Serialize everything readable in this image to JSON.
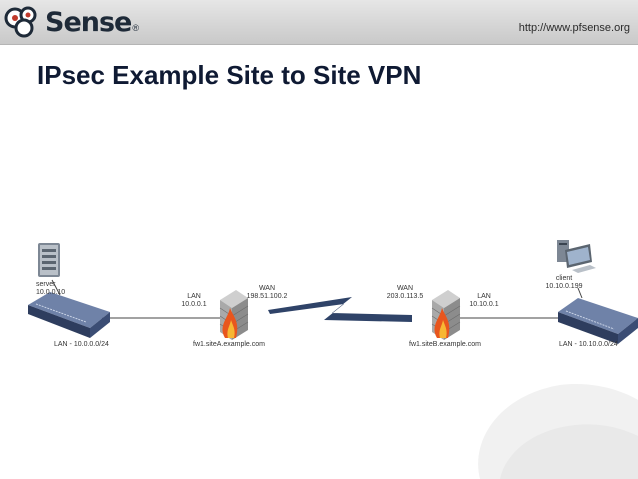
{
  "header": {
    "logo_text": "Sense",
    "logo_reg": "®",
    "url": "http://www.pfsense.org"
  },
  "slide": {
    "title": "IPsec Example Site to Site VPN"
  },
  "diagram": {
    "site_a": {
      "server_label": "server",
      "server_ip": "10.0.0.10",
      "switch_label": "LAN - 10.0.0.0/24",
      "lan_label": "LAN",
      "lan_ip": "10.0.0.1",
      "wan_label": "WAN",
      "wan_ip": "198.51.100.2",
      "firewall_name": "fw1.siteA.example.com"
    },
    "site_b": {
      "client_label": "client",
      "client_ip": "10.10.0.199",
      "switch_label": "LAN - 10.10.0.0/24",
      "lan_label": "LAN",
      "lan_ip": "10.10.0.1",
      "wan_label": "WAN",
      "wan_ip": "203.0.113.5",
      "firewall_name": "fw1.siteB.example.com"
    },
    "colors": {
      "title": "#0f1a33",
      "switch": "#3b4d74",
      "firewall_brick": "#a9a9a9",
      "flame": "#e8561e",
      "tunnel": "#2f4368"
    }
  }
}
